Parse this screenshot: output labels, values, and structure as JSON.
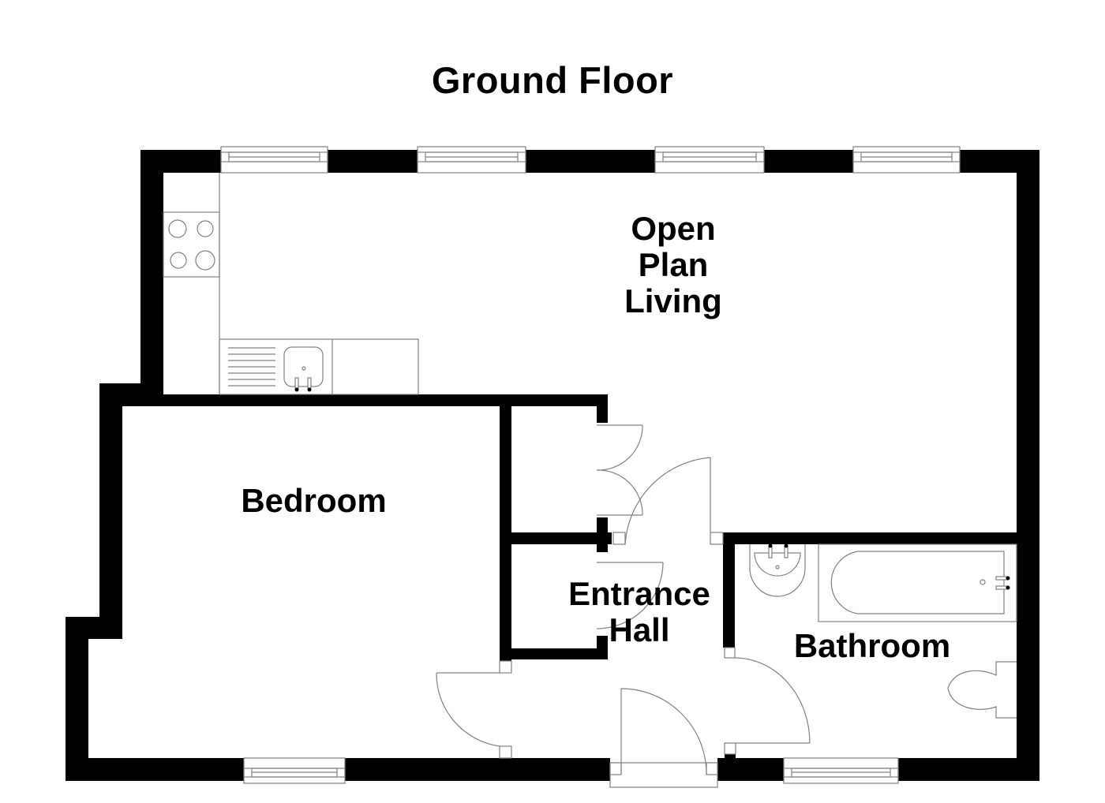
{
  "plan": {
    "title": "Ground Floor",
    "wall_color": "#000000",
    "fixture_line_color": "#808080",
    "rooms": [
      {
        "id": "open-plan-living",
        "label": "Open\nPlan\nLiving"
      },
      {
        "id": "bedroom",
        "label": "Bedroom"
      },
      {
        "id": "entrance-hall",
        "label": "Entrance\nHall"
      },
      {
        "id": "bathroom",
        "label": "Bathroom"
      }
    ],
    "fixtures": [
      "hob",
      "kitchen-sink",
      "drainer",
      "worktop",
      "bath",
      "wash-basin",
      "toilet",
      "front-door",
      "internal-doors",
      "cupboard-doors",
      "windows"
    ]
  }
}
